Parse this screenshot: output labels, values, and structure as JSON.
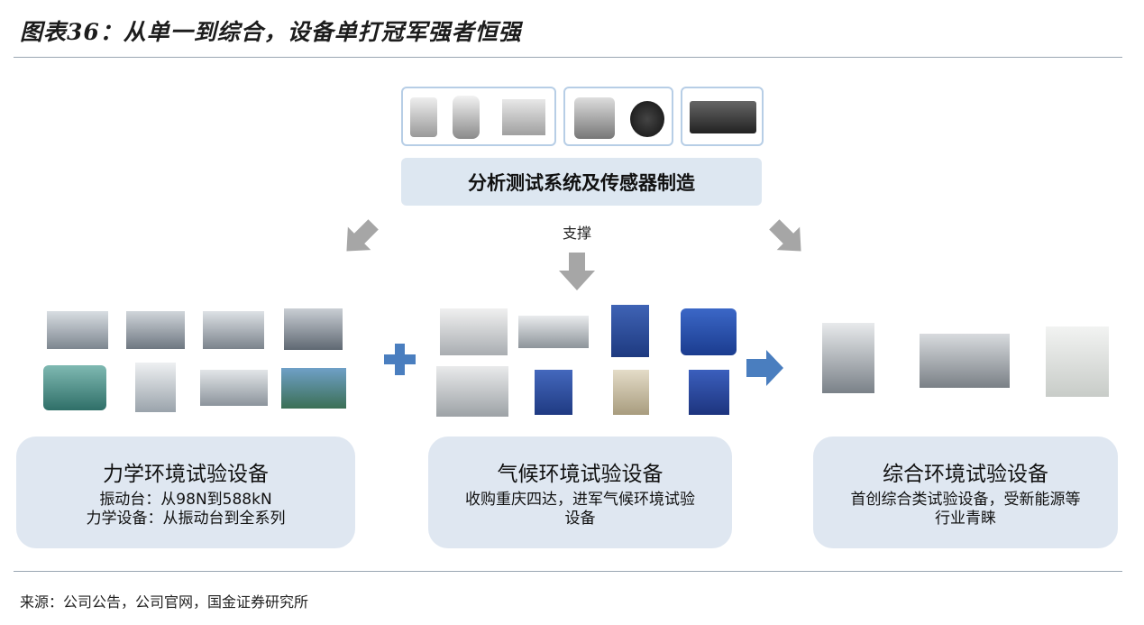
{
  "title": "图表36：从单一到综合，设备单打冠军强者恒强",
  "top_box_label": "分析测试系统及传感器制造",
  "support_label": "支撑",
  "categories": [
    {
      "heading": "力学环境试验设备",
      "lines": [
        "振动台：从98N到588kN",
        "力学设备：从振动台到全系列"
      ]
    },
    {
      "heading": "气候环境试验设备",
      "lines": [
        "收购重庆四达，进军气候环境试验",
        "设备"
      ]
    },
    {
      "heading": "综合环境试验设备",
      "lines": [
        "首创综合类试验设备，受新能源等",
        "行业青睐"
      ]
    }
  ],
  "source": "来源：公司公告，公司官网，国金证券研究所",
  "colors": {
    "box_fill": "#dde7f1",
    "arrow_gray": "#a6a6a6",
    "arrow_blue": "#4a7ebf",
    "photo_border": "#b7cee6"
  }
}
